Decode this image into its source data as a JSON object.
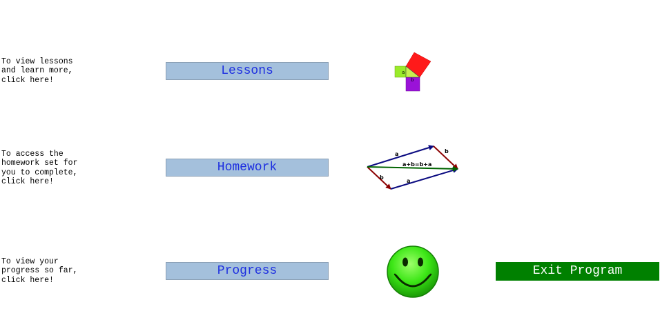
{
  "rows": [
    {
      "description": "To view lessons\nand learn more,\nclick here!",
      "button_label": "Lessons",
      "icon": "pythagoras-icon"
    },
    {
      "description": "To access the\nhomework set for\nyou to complete,\nclick here!",
      "button_label": "Homework",
      "icon": "vector-addition-icon",
      "icon_labels": {
        "a_top": "a",
        "b_right": "b",
        "sum": "a+b=b+a",
        "b_left": "b",
        "a_bottom": "a"
      }
    },
    {
      "description": "To view your\nprogress so far,\nclick here!",
      "button_label": "Progress",
      "icon": "smiley-face-icon"
    }
  ],
  "exit_button": {
    "label": "Exit Program"
  },
  "pythagoras_labels": {
    "a": "a",
    "b": "b"
  },
  "colors": {
    "nav_button_bg": "#a4c0dc",
    "nav_button_text": "#1d2ee0",
    "exit_button_bg": "#008000",
    "exit_button_text": "#ffffff"
  }
}
